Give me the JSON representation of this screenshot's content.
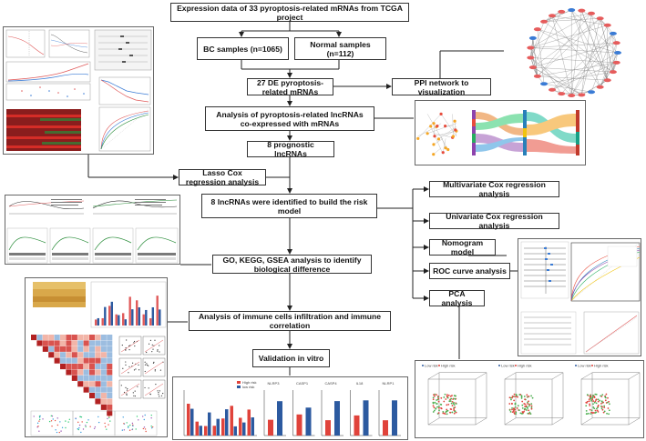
{
  "flow": {
    "top": "Expression data of 33 pyroptosis-related mRNAs from TCGA project",
    "bc": "BC samples (n=1065)",
    "normal": "Normal samples (n=112)",
    "de": "27 DE pyroptosis-related mRNAs",
    "ppi": "PPI network to visualization",
    "lnc_line1": "Analysis of pyroptosis-related lncRNAs",
    "lnc_line2": "co-expressed with mRNAs",
    "prognostic": "8 prognostic lncRNAs",
    "lasso": "Lasso Cox regression analysis",
    "risk": "8 lncRNAs were identified to build the risk model",
    "multi": "Multivariate Cox regression analysis",
    "uni": "Univariate Cox regression analysis",
    "nomogram": "Nomogram model",
    "roc": "ROC curve analysis",
    "pca": "PCA analysis",
    "go": "GO, KEGG, GSEA analysis to identify biological difference",
    "immune": "Analysis of immune cells infiltration and immune correlation",
    "vitro": "Validation in vitro"
  },
  "bar_panel": {
    "legend": [
      "High risk",
      "low risk"
    ],
    "genes": [
      "NLRP3",
      "CASP1",
      "CASP4",
      "IL18",
      "NLRP1"
    ]
  },
  "pca_panel": {
    "legend": [
      "Low risk",
      "High risk"
    ]
  },
  "colors": {
    "high_risk": "#e0433b",
    "low_risk": "#2c5aa0",
    "node": "#e65c5c",
    "node_blue": "#3a7bd5"
  }
}
